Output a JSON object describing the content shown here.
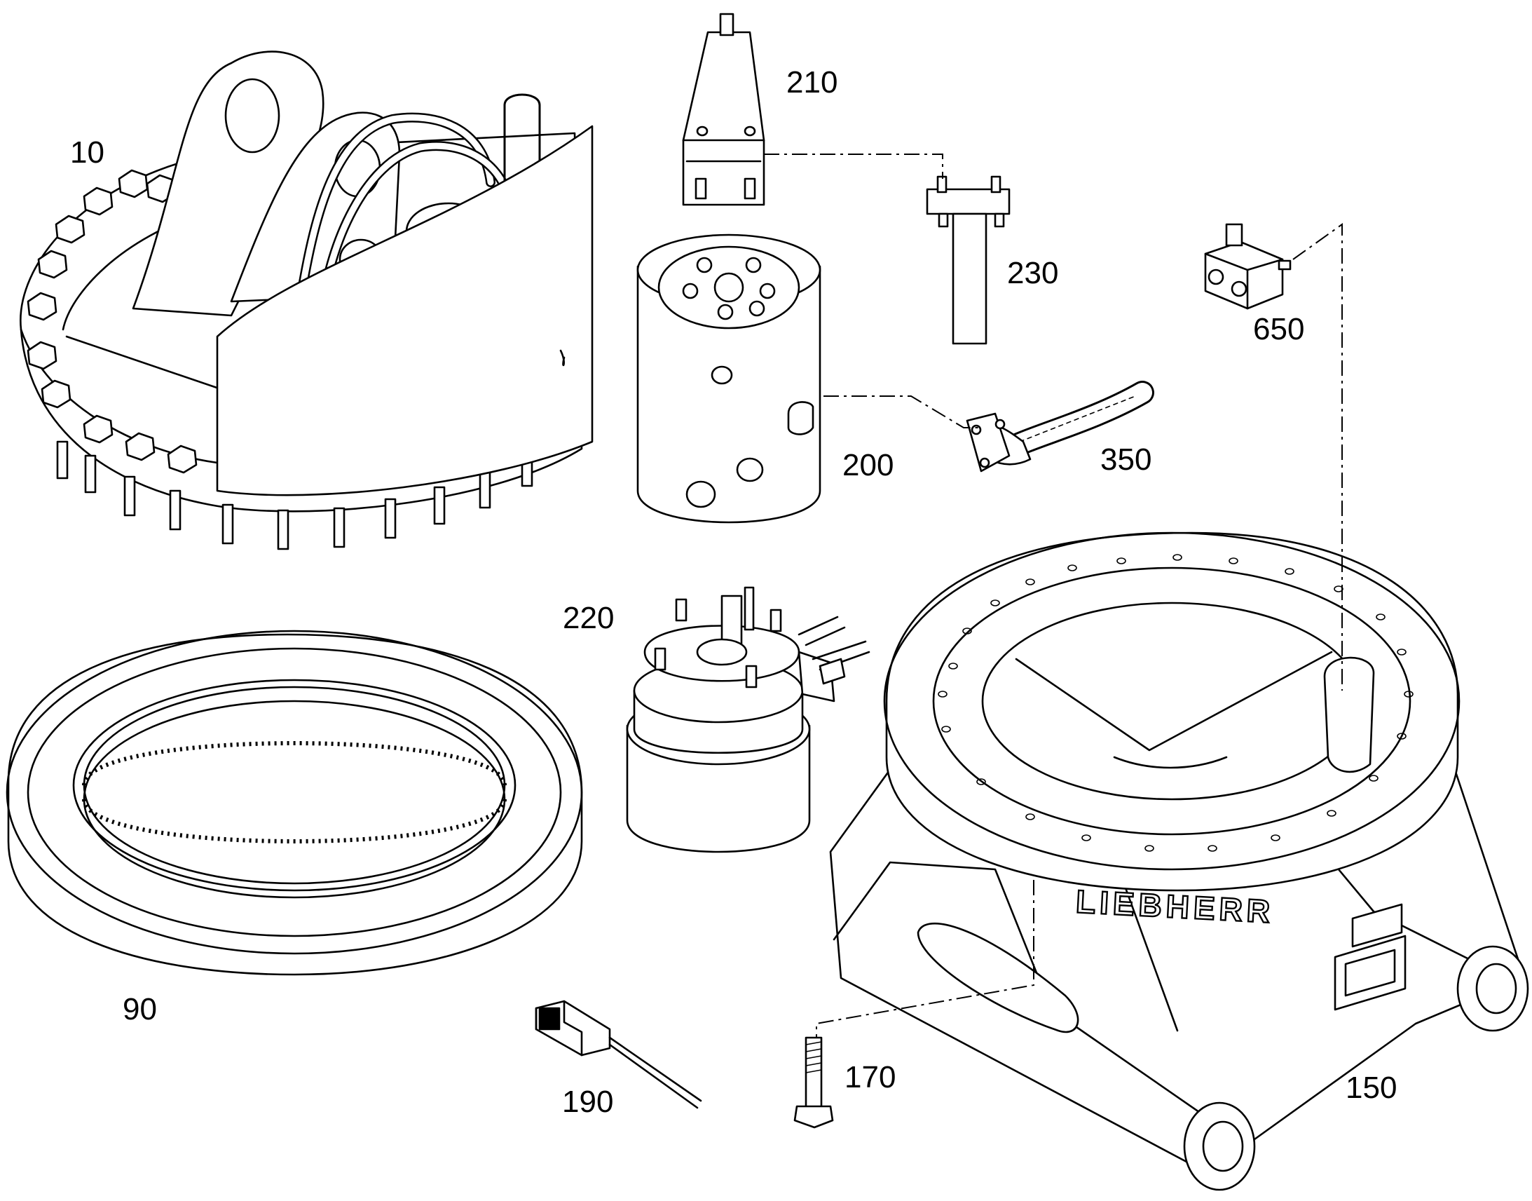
{
  "diagram": {
    "brand_logo": "LIEBHERR",
    "parts": [
      {
        "id": "part-10",
        "label": "10"
      },
      {
        "id": "part-90",
        "label": "90"
      },
      {
        "id": "part-150",
        "label": "150"
      },
      {
        "id": "part-170",
        "label": "170"
      },
      {
        "id": "part-190",
        "label": "190"
      },
      {
        "id": "part-200",
        "label": "200"
      },
      {
        "id": "part-210",
        "label": "210"
      },
      {
        "id": "part-220",
        "label": "220"
      },
      {
        "id": "part-230",
        "label": "230"
      },
      {
        "id": "part-350",
        "label": "350"
      },
      {
        "id": "part-650",
        "label": "650"
      }
    ]
  }
}
